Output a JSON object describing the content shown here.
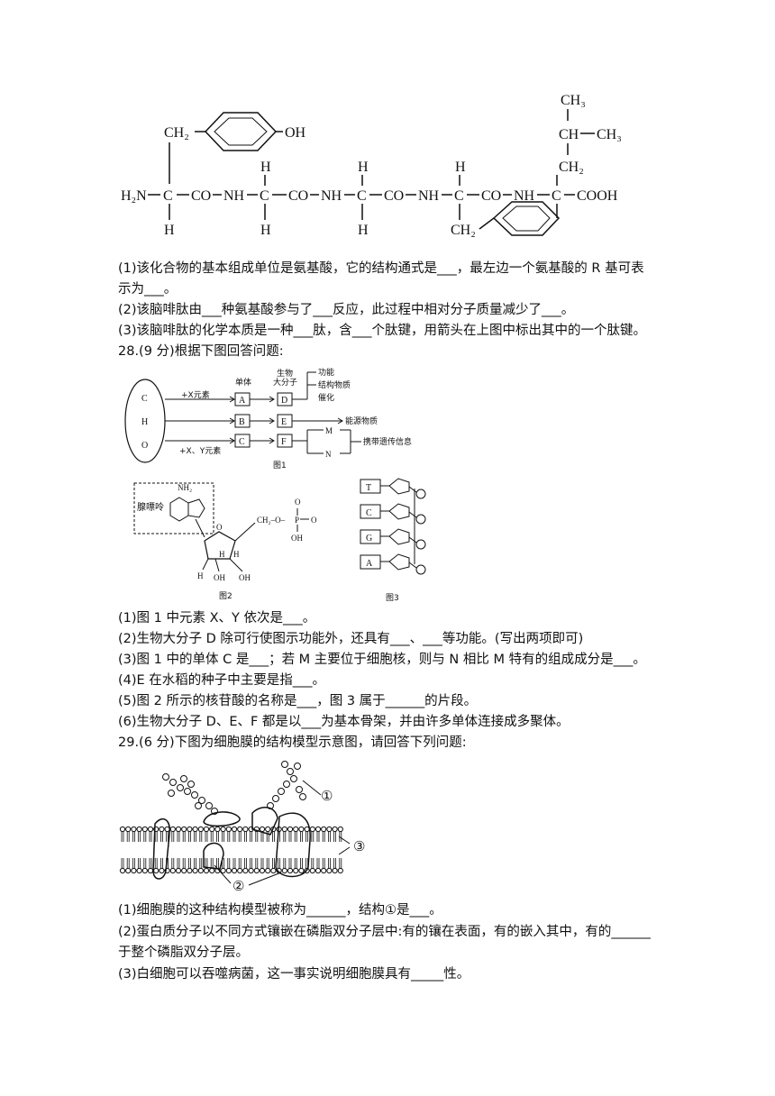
{
  "structure": {
    "oh": "OH",
    "ch2": "CH₂",
    "h": "H",
    "nh2": "H₂N",
    "co": "CO",
    "nh": "NH",
    "c": "C",
    "cooh": "COOH",
    "ch3": "CH₃",
    "ch": "CH"
  },
  "q27": {
    "l1a": "(1)该化合物的基本组成单位是氨基酸，它的结构通式是___，最左边一个氨基酸的 R 基可表",
    "l1b": "示为___。",
    "l2": "(2)该脑啡肽由___种氨基酸参与了___反应，此过程中相对分子质量减少了___。",
    "l3": "(3)该脑啡肽的化学本质是一种___肽，含___个肽键，用箭头在上图中标出其中的一个肽键。"
  },
  "q28": {
    "title": "28.(9 分)根据下图回答问题:",
    "fig1": {
      "c": "C",
      "h": "H",
      "o": "O",
      "x": "+X元素",
      "xy": "+X、Y元素",
      "danti": "单体",
      "bio1": "生物",
      "bio2": "大分子",
      "a": "A",
      "b": "B",
      "cc": "C",
      "d": "D",
      "e": "E",
      "f": "F",
      "gn": "功能",
      "jg": "结构物质",
      "ch": "催化",
      "ny": "能源物质",
      "m": "M",
      "n": "N",
      "xd": "携带遗传信息",
      "cap": "图1"
    },
    "fig2": {
      "nh2": "NH₂",
      "purine": "腺嘌呤",
      "ch2o": "CH₂–O–",
      "p": "P",
      "o": "O",
      "oh": "OH",
      "h": "H",
      "cap": "图2"
    },
    "fig3": {
      "bases": [
        "T",
        "C",
        "G",
        "A"
      ],
      "cap": "图3"
    },
    "q1": "(1)图 1 中元素 X、Y 依次是___。",
    "q2": "(2)生物大分子 D 除可行使图示功能外，还具有___、___等功能。(写出两项即可)",
    "q3": "(3)图 1 中的单体 C 是___；若 M 主要位于细胞核，则与 N 相比 M 特有的组成成分是___。",
    "q4": "(4)E 在水稻的种子中主要是指___。",
    "q5": "(5)图 2 所示的核苷酸的名称是___，图 3 属于______的片段。",
    "q6": "(6)生物大分子 D、E、F 都是以___为基本骨架，并由许多单体连接成多聚体。"
  },
  "q29": {
    "title": "29.(6 分)下图为细胞膜的结构模型示意图，请回答下列问题:",
    "labels": [
      "①",
      "②",
      "③"
    ],
    "q1": "(1)细胞膜的这种结构模型被称为______，结构①是___。",
    "q2a": "(2)蛋白质分子以不同方式镶嵌在磷脂双分子层中:有的镶在表面，有的嵌入其中，有的______",
    "q2b": "于整个磷脂双分子层。",
    "q3": "(3)白细胞可以吞噬病菌，这一事实说明细胞膜具有_____性。"
  }
}
